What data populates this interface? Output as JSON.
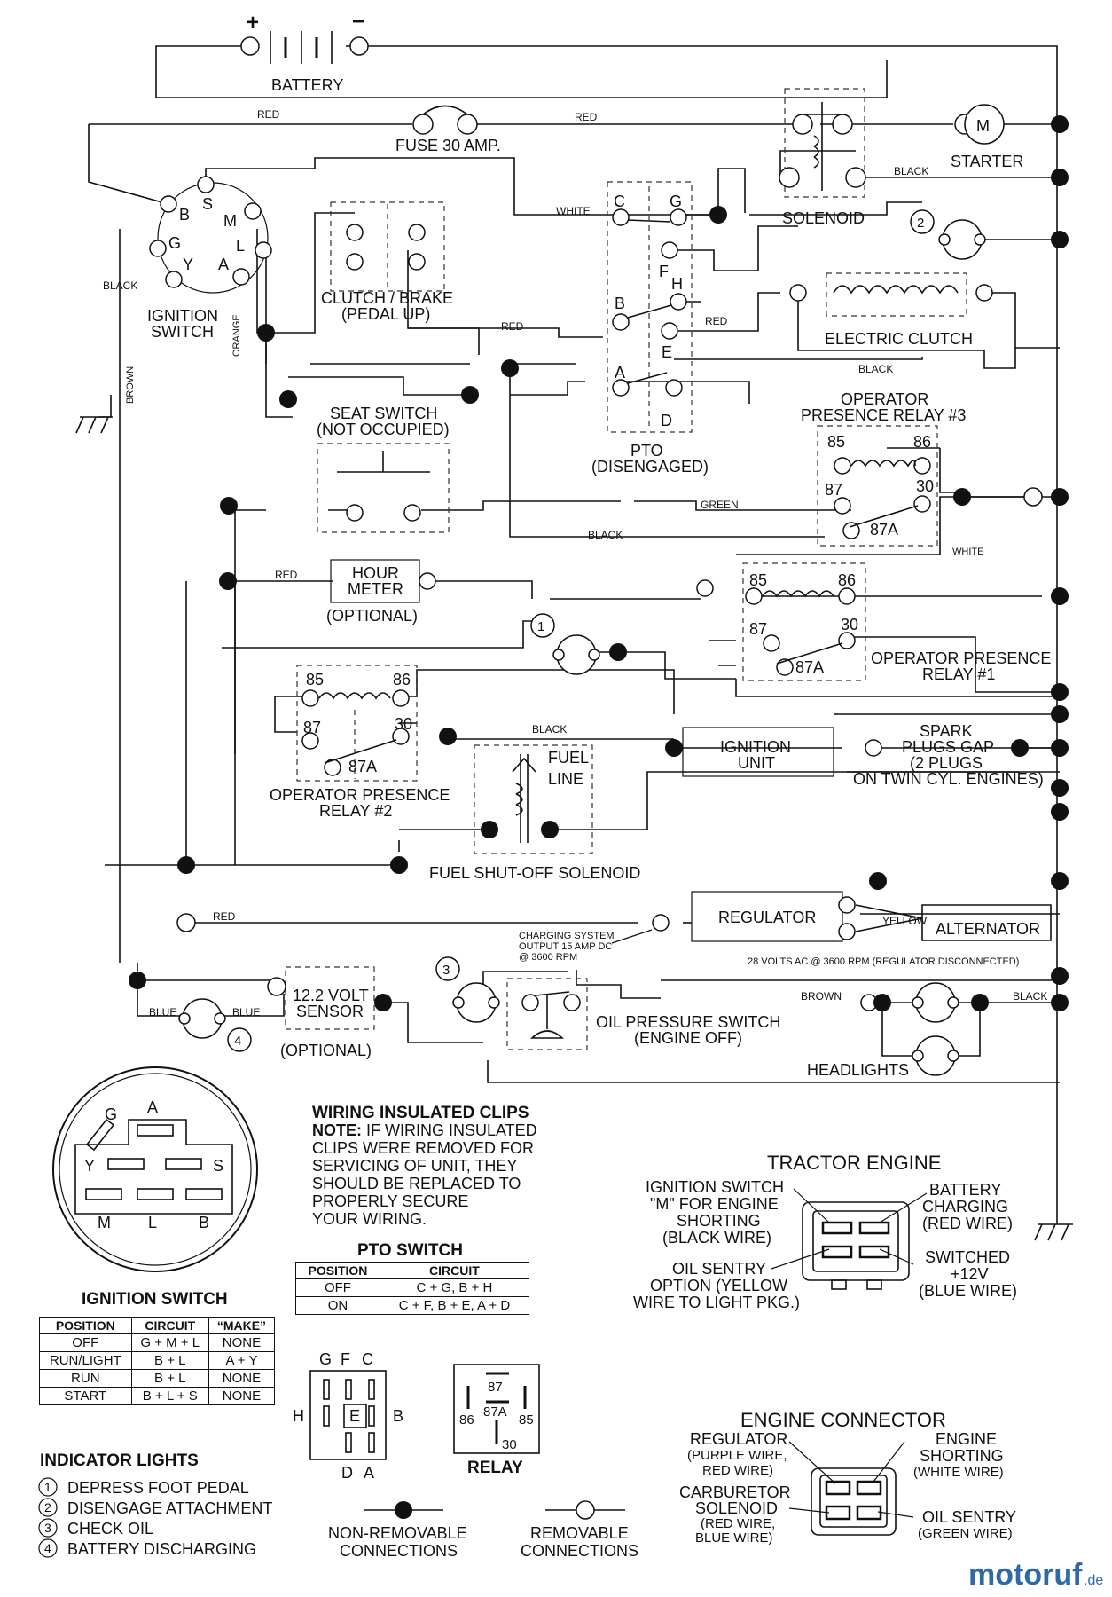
{
  "battery": "BATTERY",
  "fuse": "FUSE 30 AMP.",
  "starter": "STARTER",
  "motor_symbol": "M",
  "solenoid": "SOLENOID",
  "ignition_switch": [
    "IGNITION",
    "SWITCH"
  ],
  "ign_terms": [
    "B",
    "S",
    "M",
    "G",
    "L",
    "Y",
    "A"
  ],
  "clutch_brake": [
    "CLUTCH / BRAKE",
    "(PEDAL UP)"
  ],
  "pto_terms": [
    "C",
    "G",
    "F",
    "H",
    "B",
    "E",
    "A",
    "D"
  ],
  "pto": [
    "PTO",
    "(DISENGAGED)"
  ],
  "electric_clutch": "ELECTRIC CLUTCH",
  "seat_switch": [
    "SEAT SWITCH",
    "(NOT OCCUPIED)"
  ],
  "op_relay3": [
    "OPERATOR",
    "PRESENCE RELAY  #3"
  ],
  "op_relay1": [
    "OPERATOR PRESENCE",
    "RELAY  #1"
  ],
  "op_relay2": [
    "OPERATOR PRESENCE",
    "RELAY  #2"
  ],
  "relay_pins": [
    "85",
    "86",
    "87",
    "30",
    "87A"
  ],
  "hour_meter": [
    "HOUR",
    "METER",
    "(OPTIONAL)"
  ],
  "ignition_unit": [
    "IGNITION",
    "UNIT"
  ],
  "spark_plugs": [
    "SPARK",
    "PLUGS GAP",
    "(2 PLUGS",
    "ON TWIN CYL. ENGINES)"
  ],
  "fuel_line": [
    "FUEL",
    "LINE"
  ],
  "fuel_solenoid": "FUEL SHUT-OFF SOLENOID",
  "regulator": "REGULATOR",
  "alternator": "ALTERNATOR",
  "yellow": "YELLOW",
  "charging": [
    "CHARGING SYSTEM",
    "OUTPUT 15 AMP DC",
    "@ 3600 RPM"
  ],
  "volts_note": "28 VOLTS AC @ 3600 RPM (REGULATOR DISCONNECTED)",
  "volt_sensor": [
    "12.2 VOLT",
    "SENSOR",
    "(OPTIONAL)"
  ],
  "oil_switch": [
    "OIL PRESSURE SWITCH",
    "(ENGINE OFF)"
  ],
  "headlights": "HEADLIGHTS",
  "wire_colors": {
    "red": "RED",
    "black": "BLACK",
    "white": "WHITE",
    "orange": "ORANGE",
    "brown": "BROWN",
    "green": "GREEN",
    "blue": "BLUE"
  },
  "indicator_numbers": [
    "1",
    "2",
    "3",
    "4"
  ],
  "clips_note": [
    "WIRING INSULATED CLIPS",
    "NOTE:",
    " IF WIRING INSULATED",
    "CLIPS WERE REMOVED FOR",
    "SERVICING OF UNIT, THEY",
    "SHOULD BE REPLACED TO",
    "PROPERLY SECURE",
    "YOUR WIRING."
  ],
  "ign_switch_table": {
    "title": "IGNITION SWITCH",
    "headers": [
      "POSITION",
      "CIRCUIT",
      "“MAKE”"
    ],
    "rows": [
      [
        "OFF",
        "G + M + L",
        "NONE"
      ],
      [
        "RUN/LIGHT",
        "B + L",
        "A + Y"
      ],
      [
        "RUN",
        "B + L",
        "NONE"
      ],
      [
        "START",
        "B + L + S",
        "NONE"
      ]
    ]
  },
  "pto_table": {
    "title": "PTO SWITCH",
    "headers": [
      "POSITION",
      "CIRCUIT"
    ],
    "rows": [
      [
        "OFF",
        "C + G, B + H"
      ],
      [
        "ON",
        "C + F, B + E, A + D"
      ]
    ]
  },
  "ign_face_letters": [
    "G",
    "A",
    "Y",
    "S",
    "M",
    "L",
    "B"
  ],
  "pto_face_letters": [
    "G",
    "F",
    "C",
    "H",
    "E",
    "B",
    "D",
    "A"
  ],
  "relay_face": {
    "pins": [
      "87",
      "87A",
      "86",
      "85",
      "30"
    ],
    "label": "RELAY"
  },
  "indicator_lights": {
    "title": "INDICATOR LIGHTS",
    "items": [
      "DEPRESS FOOT PEDAL",
      "DISENGAGE ATTACHMENT",
      "CHECK OIL",
      "BATTERY DISCHARGING"
    ]
  },
  "legend": {
    "non_removable": [
      "NON-REMOVABLE",
      "CONNECTIONS"
    ],
    "removable": [
      "REMOVABLE",
      "CONNECTIONS"
    ]
  },
  "tractor_engine": {
    "title": "TRACTOR ENGINE",
    "left1": [
      "IGNITION SWITCH",
      "\"M\" FOR ENGINE",
      "SHORTING",
      "(BLACK WIRE)"
    ],
    "left2": [
      "OIL SENTRY",
      "OPTION (YELLOW",
      "WIRE TO LIGHT PKG.)"
    ],
    "right1": [
      "BATTERY",
      "CHARGING",
      "(RED WIRE)"
    ],
    "right2": [
      "SWITCHED",
      "+12V",
      "(BLUE WIRE)"
    ]
  },
  "engine_connector": {
    "title": "ENGINE CONNECTOR",
    "left1": [
      "REGULATOR",
      "(PURPLE WIRE,",
      "RED WIRE)"
    ],
    "left2": [
      "CARBURETOR",
      "SOLENOID",
      "(RED WIRE,",
      "BLUE WIRE)"
    ],
    "right1": [
      "ENGINE",
      "SHORTING",
      "(WHITE WIRE)"
    ],
    "right2": [
      "OIL SENTRY",
      "(GREEN WIRE)"
    ]
  },
  "watermark": {
    "brand": "motoruf",
    "tld": ".de"
  }
}
